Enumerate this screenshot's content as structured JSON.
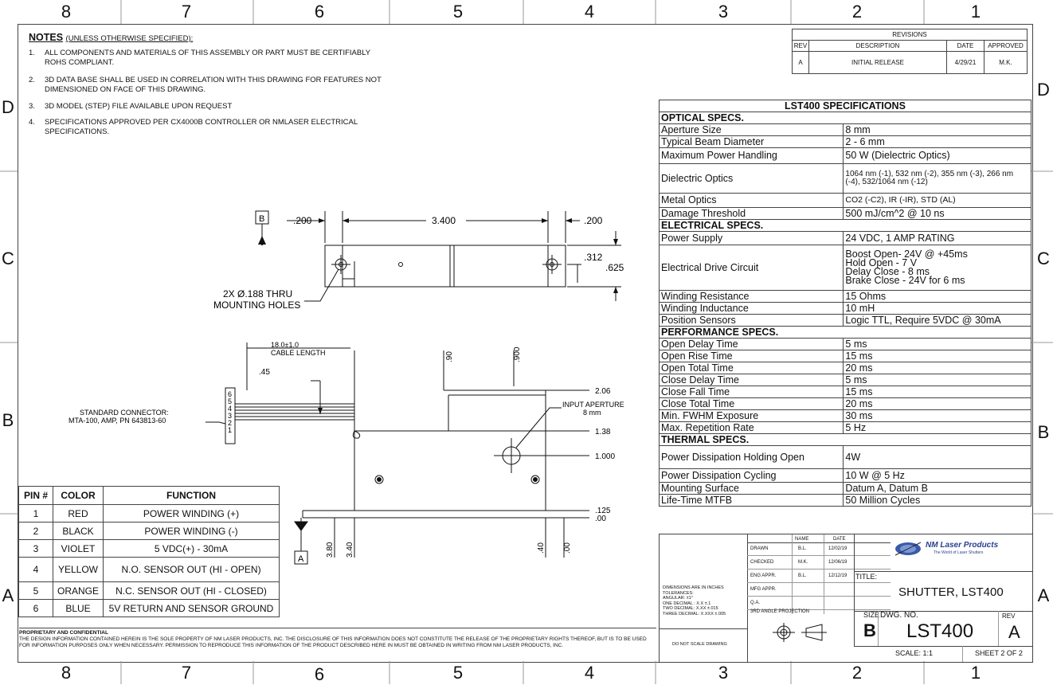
{
  "zones": {
    "columns": [
      "8",
      "7",
      "6",
      "5",
      "4",
      "3",
      "2",
      "1"
    ],
    "rows": [
      "D",
      "C",
      "B",
      "A"
    ]
  },
  "notes": {
    "heading": "NOTES",
    "heading_sub": "(UNLESS OTHERWISE SPECIFIED):",
    "items": [
      {
        "num": "1.",
        "text": "ALL COMPONENTS AND MATERIALS OF THIS ASSEMBLY OR PART MUST BE CERTIFIABLY ROHS COMPLIANT."
      },
      {
        "num": "2.",
        "text": "3D DATA BASE SHALL BE USED IN CORRELATION WITH THIS DRAWING FOR FEATURES NOT DIMENSIONED ON FACE OF THIS DRAWING."
      },
      {
        "num": "3.",
        "text": "3D MODEL (STEP) FILE AVAILABLE UPON REQUEST"
      },
      {
        "num": "4.",
        "text": "SPECIFICATIONS APPROVED PER CX4000B CONTROLLER OR NMLASER ELECTRICAL SPECIFICATIONS."
      }
    ]
  },
  "revisions": {
    "title": "REVISIONS",
    "headers": [
      "REV",
      "DESCRIPTION",
      "DATE",
      "APPROVED"
    ],
    "rows": [
      [
        "A",
        "INITIAL RELEASE",
        "4/29/21",
        "M.K."
      ]
    ]
  },
  "specs": {
    "title": "LST400  SPECIFICATIONS",
    "sections": [
      {
        "name": "OPTICAL SPECS.",
        "rows": [
          [
            "Aperture Size",
            "8 mm"
          ],
          [
            "Typical Beam Diameter",
            "2 - 6 mm"
          ],
          [
            "Maximum Power Handling",
            "50 W (Dielectric Optics)"
          ],
          [
            "Dielectric Optics",
            "1064 nm (-1), 532 nm (-2), 355 nm (-3), 266 nm (-4),  532/1064 nm (-12)"
          ],
          [
            "Metal Optics",
            "CO2 (-C2), IR (-IR), STD (AL)"
          ],
          [
            "Damage Threshold",
            "500 mJ/cm^2 @ 10 ns"
          ]
        ]
      },
      {
        "name": "ELECTRICAL SPECS.",
        "rows": [
          [
            "Power Supply",
            "24 VDC, 1 AMP RATING"
          ],
          [
            "Electrical Drive Circuit",
            "Boost Open- 24V @ +45ms\nHold Open - 7 V\nDelay Close - 8 ms\nBrake Close - 24V for 6 ms"
          ],
          [
            "Winding Resistance",
            "15 Ohms"
          ],
          [
            "Winding Inductance",
            "10 mH"
          ],
          [
            "Position Sensors",
            "Logic TTL, Require 5VDC @ 30mA"
          ]
        ]
      },
      {
        "name": "PERFORMANCE SPECS.",
        "rows": [
          [
            "Open Delay Time",
            "5 ms"
          ],
          [
            "Open Rise Time",
            "15 ms"
          ],
          [
            "Open Total Time",
            "20 ms"
          ],
          [
            "Close Delay Time",
            "5 ms"
          ],
          [
            "Close Fall Time",
            "15 ms"
          ],
          [
            "Close Total Time",
            "20 ms"
          ],
          [
            "Min. FWHM Exposure",
            "30 ms"
          ],
          [
            "Max. Repetition Rate",
            "5 Hz"
          ]
        ]
      },
      {
        "name": "THERMAL SPECS.",
        "rows": [
          [
            "Power Dissipation Holding Open",
            "4W"
          ],
          [
            "Power Dissipation Cycling",
            "10 W @ 5 Hz"
          ],
          [
            "Mounting Surface",
            "Datum A, Datum B"
          ],
          [
            "Life-Time MTFB",
            "50 Million Cycles"
          ]
        ]
      }
    ]
  },
  "pins": {
    "headers": [
      "PIN #",
      "COLOR",
      "FUNCTION"
    ],
    "rows": [
      [
        "1",
        "RED",
        "POWER WINDING (+)"
      ],
      [
        "2",
        "BLACK",
        "POWER WINDING (-)"
      ],
      [
        "3",
        "VIOLET",
        "5 VDC(+) - 30mA"
      ],
      [
        "4",
        "YELLOW",
        "N.O. SENSOR OUT (HI - OPEN)"
      ],
      [
        "5",
        "ORANGE",
        "N.C. SENSOR OUT (HI - CLOSED)"
      ],
      [
        "6",
        "BLUE",
        "5V RETURN AND SENSOR GROUND"
      ]
    ]
  },
  "drawing": {
    "datum_b": "B",
    "datum_a": "A",
    "dim_200_left": ".200",
    "dim_3400": "3.400",
    "dim_200_right": ".200",
    "dim_312": ".312",
    "dim_625": ".625",
    "holes_line1": "2X Ø.188 THRU",
    "holes_line2": "MOUNTING HOLES",
    "cable_line1": "18.0±1.0",
    "cable_line2": "CABLE LENGTH",
    "dim_45": ".45",
    "dim_90": ".90",
    "dim_900": ".900",
    "dim_206": "2.06",
    "dim_138": "1.38",
    "dim_1000": "1.000",
    "dim_125": ".125",
    "dim_00": ".00",
    "dim_380": "3.80",
    "dim_340": "3.40",
    "dim_40": ".40",
    "dim_00b": ".00",
    "aperture_line1": "INPUT APERTURE",
    "aperture_line2": "8 mm",
    "connector_line1": "STANDARD CONNECTOR:",
    "connector_line2": "MTA-100, AMP, PN 643813-60",
    "connector_pins": [
      "6",
      "5",
      "4",
      "3",
      "2",
      "1"
    ]
  },
  "proprietary": {
    "title": "PROPRIETARY AND CONFIDENTIAL",
    "text": "THE DESIGN INFORMATION CONTAINED HEREIN IS THE SOLE PROPERTY OF NM LASER PRODUCTS, INC.  THE DISCLOSURE OF THIS INFORMATION DOES NOT CONSTITUTE THE RELEASE OF THE PROPRIETARY RIGHTS THEREOF, BUT IS TO BE USED FOR INFORMATION PURPOSES ONLY WHEN NECESSARY. PERMISSION TO REPRODUCE THIS INFORMATION OF THE PRODUCT DESCRIBED HERE IN MUST BE OBTAINED IN WRITING FROM NM LASER PRODUCTS, INC."
  },
  "titleblock": {
    "tolerances": [
      "DIMENSIONS ARE IN INCHES",
      "TOLERANCES:",
      "ANGULAR: ±1°",
      "ONE DECIMAL :  X.X  ±.1",
      "TWO DECIMAL:  X.XX ±.015",
      "THREE DECIMAL:  X.XXX ±.005"
    ],
    "do_not_scale": "DO NOT SCALE DRAWING",
    "third_angle": "3RD ANGLE PROJECTION",
    "name_header": "NAME",
    "date_header": "DATE",
    "rows": [
      [
        "DRAWN",
        "B.L.",
        "12/02/19"
      ],
      [
        "CHECKED",
        "M.K.",
        "12/06/19"
      ],
      [
        "ENG APPR.",
        "B.L.",
        "12/12/19"
      ],
      [
        "MFG APPR.",
        "",
        ""
      ],
      [
        "Q.A.",
        "",
        ""
      ]
    ],
    "company": "NM Laser Products",
    "company_tag": "The World of Laser Shutters",
    "title_label": "TITLE:",
    "title": "SHUTTER, LST400",
    "size_label": "SIZE",
    "size": "B",
    "dwg_label": "DWG. NO.",
    "dwg_no": "LST400",
    "rev_label": "REV",
    "rev": "A",
    "scale": "SCALE: 1:1",
    "sheet": "SHEET 2 OF 2"
  }
}
